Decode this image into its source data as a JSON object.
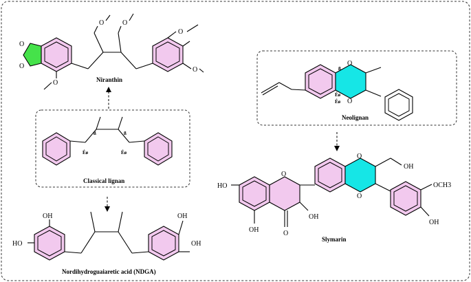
{
  "labels": {
    "niranthin": "Niranthin",
    "classical_lignan": "Classical lignan",
    "ndga": "Nordihydroguaiaretic acid (NDGA)",
    "neolignan": "Neolignan",
    "slymarin": "Slymarin"
  },
  "atoms": {
    "oxygen": "O",
    "hydroxyl": "OH",
    "methoxy": "OCH3",
    "hydroxyl_left": "HO",
    "beta": "ß",
    "alpha": "Éø"
  },
  "colors": {
    "benzene_fill": "#f2c9ee",
    "dioxole_fill": "#45e24a",
    "dioxane_fill": "#16e6e6"
  }
}
